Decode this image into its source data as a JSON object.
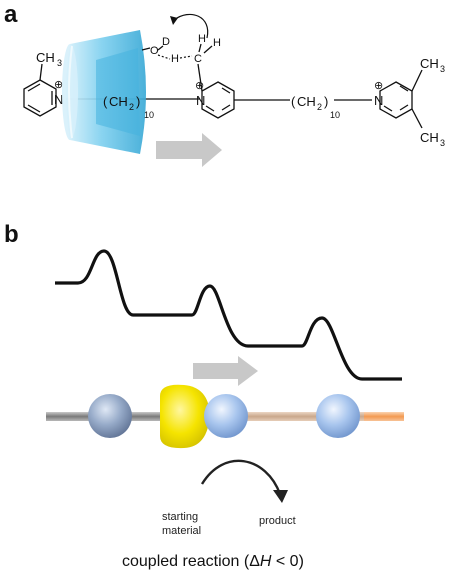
{
  "panel_a": {
    "letter": "a",
    "labels": {
      "ch3_top_left": "CH",
      "ch3_top_left_sub": "3",
      "n_plus": "⊕",
      "n": "N",
      "chain1_open": "(",
      "chain1_ch": "CH",
      "chain1_sub2": "2",
      "chain1_close": ")",
      "chain1_count": "10",
      "chain2_open": "(",
      "chain2_ch": "CH",
      "chain2_sub2": "2",
      "chain2_close": ")",
      "chain2_count": "10",
      "ch3_right_top": "CH",
      "ch3_right_top_sub": "3",
      "ch3_right_bottom": "CH",
      "ch3_right_bottom_sub": "3",
      "d_label": "D",
      "o_label": "O",
      "h_label": "H",
      "c_label": "C",
      "h_top": "H",
      "h_right": "H"
    },
    "colors": {
      "cyclodextrin": "#5bc2e7",
      "cyclodextrin_light": "#b9e6f6",
      "arrow": "#c8c8c8"
    }
  },
  "panel_b": {
    "letter": "b",
    "labels": {
      "starting_material": [
        "starting",
        "material"
      ],
      "product": "product",
      "caption_prefix": "coupled reaction (Δ",
      "caption_italic": "H",
      "caption_suffix": " < 0)"
    },
    "colors": {
      "ring": "#f5e400",
      "bead_grey": "#8fa3c4",
      "bead_blue": "#a9c6ee",
      "axle_left": "#8a8a8a",
      "axle_right": "#f3b07a",
      "arrow": "#c8c8c8",
      "energy_line": "#111111"
    }
  }
}
